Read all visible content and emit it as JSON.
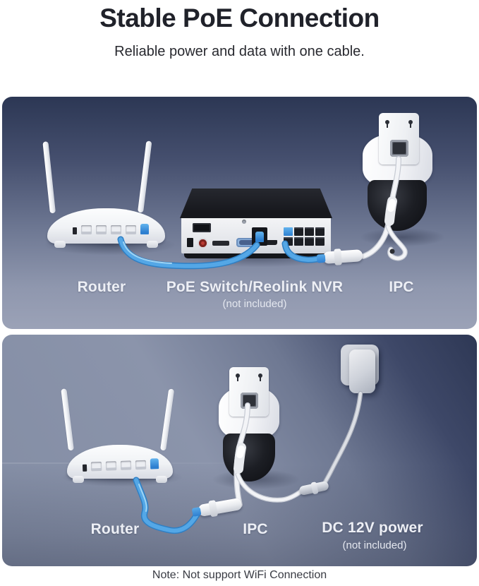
{
  "header": {
    "title": "Stable PoE Connection",
    "subtitle": "Reliable power and data with one cable."
  },
  "poe_panel": {
    "router_label": "Router",
    "nvr_label": "PoE Switch/Reolink NVR",
    "nvr_sublabel": "(not included)",
    "ipc_label": "IPC"
  },
  "dc_panel": {
    "router_label": "Router",
    "ipc_label": "IPC",
    "power_label": "DC 12V power",
    "power_sublabel": "(not included)"
  },
  "footer": {
    "note": "Note: Not support WiFi Connection"
  },
  "colors": {
    "ethernet_cable_blue": "#3f97dd",
    "panel_dark_navy": "#2c3754",
    "panel_light_gray": "#9ba2b7",
    "label_text": "#edeff5",
    "title_text": "#20222a"
  }
}
